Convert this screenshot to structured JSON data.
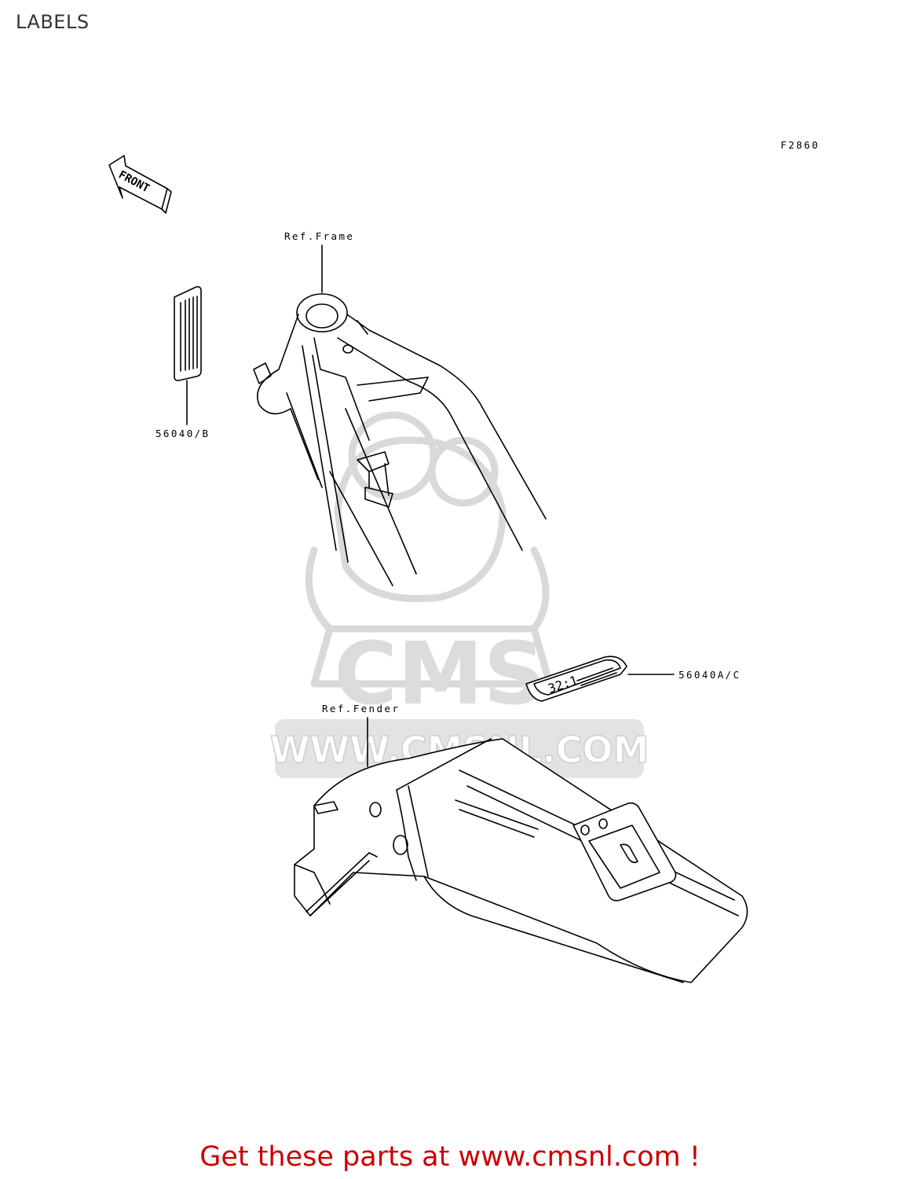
{
  "page": {
    "title": "LABELS",
    "figure_code": "F2860",
    "footer_text": "Get these parts at www.cmsnl.com !"
  },
  "diagram": {
    "direction_arrow": "FRONT",
    "references": [
      {
        "label": "Ref.Frame"
      },
      {
        "label": "Ref.Fender"
      }
    ],
    "parts": [
      {
        "part_number": "56040/B"
      },
      {
        "part_number": "56040A/C"
      }
    ],
    "label_text": "32:1"
  },
  "watermark": {
    "brand": "CMS",
    "url": "WWW.CMSNL.COM"
  },
  "colors": {
    "footer": "#cc0000",
    "title": "#333333",
    "watermark": "#d9d9d9",
    "lines": "#000000"
  }
}
